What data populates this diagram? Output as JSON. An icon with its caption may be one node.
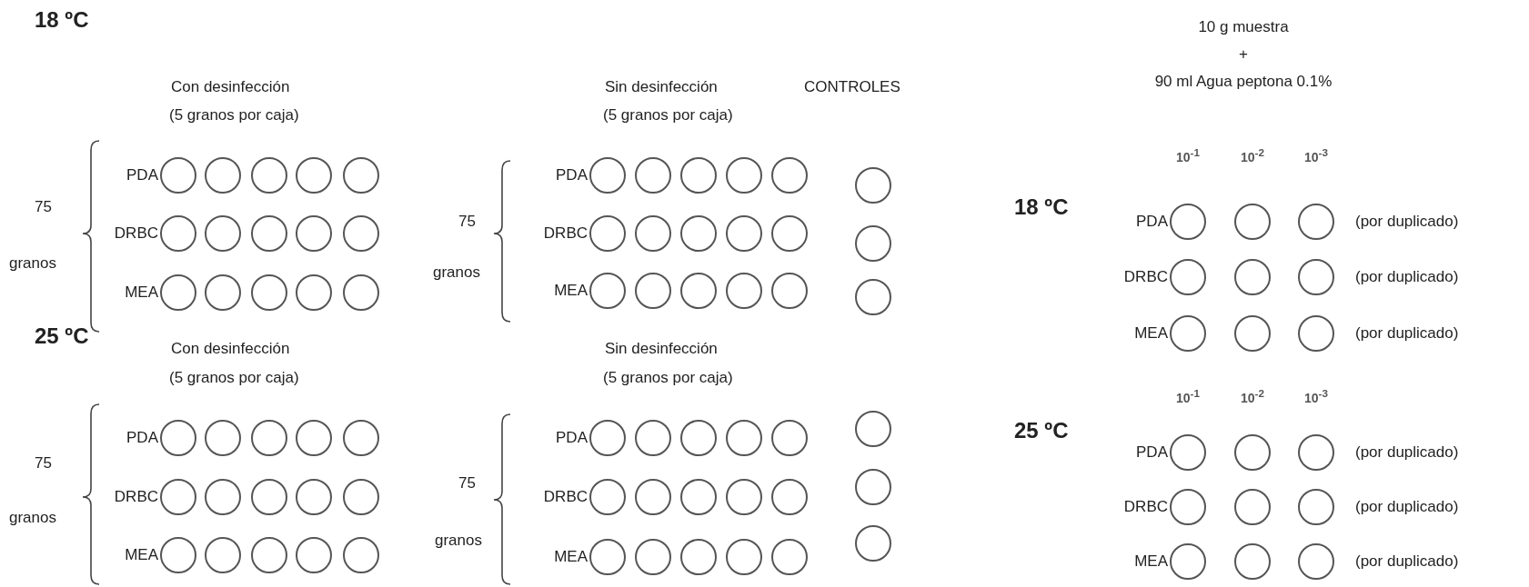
{
  "diagram": {
    "nodes": [
      {
        "text": [],
        "shape": "circle"
      },
      {
        "text": [],
        "shape": "circle"
      },
      {
        "text": [],
        "shape": "circle"
      },
      {
        "text": [],
        "shape": "circle"
      },
      {
        "text": [],
        "shape": "circle"
      },
      {
        "text": [],
        "shape": "circle"
      },
      {
        "text": [],
        "shape": "circle"
      },
      {
        "text": [],
        "shape": "circle"
      },
      {
        "text": [],
        "shape": "circle"
      },
      {
        "text": [],
        "shape": "circle"
      },
      {
        "text": [],
        "shape": "circle"
      },
      {
        "text": [],
        "shape": "circle"
      },
      {
        "text": [],
        "shape": "circle"
      },
      {
        "text": [],
        "shape": "circle"
      },
      {
        "text": [],
        "shape": "circle"
      },
      {
        "text": [],
        "shape": "circle"
      },
      {
        "text": [],
        "shape": "circle"
      },
      {
        "text": [],
        "shape": "circle"
      },
      {
        "text": [],
        "shape": "circle"
      },
      {
        "text": [],
        "shape": "circle"
      },
      {
        "text": [],
        "shape": "circle"
      },
      {
        "text": [],
        "shape": "circle"
      },
      {
        "text": [],
        "shape": "circle"
      },
      {
        "text": [],
        "shape": "circle"
      },
      {
        "text": [],
        "shape": "circle"
      },
      {
        "text": [],
        "shape": "circle"
      },
      {
        "text": [],
        "shape": "circle"
      },
      {
        "text": [],
        "shape": "circle"
      },
      {
        "text": [],
        "shape": "circle"
      },
      {
        "text": [],
        "shape": "circle"
      },
      {
        "text": [],
        "shape": "circle"
      },
      {
        "text": [],
        "shape": "circle"
      },
      {
        "text": [],
        "shape": "circle"
      },
      {
        "text": [],
        "shape": "circle"
      },
      {
        "text": [],
        "shape": "circle"
      },
      {
        "text": [],
        "shape": "circle"
      },
      {
        "text": [],
        "shape": "circle"
      },
      {
        "text": [],
        "shape": "circle"
      },
      {
        "text": [],
        "shape": "circle"
      },
      {
        "text": [],
        "shape": "circle"
      },
      {
        "text": [],
        "shape": "circle"
      },
      {
        "text": [],
        "shape": "circle"
      },
      {
        "text": [],
        "shape": "circle"
      },
      {
        "text": [],
        "shape": "circle"
      },
      {
        "text": [],
        "shape": "circle"
      },
      {
        "text": [],
        "shape": "circle"
      },
      {
        "text": [],
        "shape": "circle"
      },
      {
        "text": [],
        "shape": "circle"
      },
      {
        "text": [],
        "shape": "circle"
      },
      {
        "text": [],
        "shape": "circle"
      },
      {
        "text": [],
        "shape": "circle"
      },
      {
        "text": [],
        "shape": "circle"
      },
      {
        "text": [],
        "shape": "circle"
      },
      {
        "text": [],
        "shape": "circle"
      },
      {
        "text": [],
        "shape": "circle"
      },
      {
        "text": [],
        "shape": "circle"
      },
      {
        "text": [],
        "shape": "circle"
      },
      {
        "text": [],
        "shape": "circle"
      },
      {
        "text": [],
        "shape": "circle"
      },
      {
        "text": [],
        "shape": "circle"
      },
      {
        "text": [],
        "shape": "circle"
      },
      {
        "text": [],
        "shape": "circle"
      },
      {
        "text": [],
        "shape": "circle"
      },
      {
        "text": [],
        "shape": "circle"
      },
      {
        "text": [],
        "shape": "circle"
      },
      {
        "text": [],
        "shape": "circle"
      },
      {
        "text": [],
        "shape": "circle"
      },
      {
        "text": [],
        "shape": "circle"
      },
      {
        "text": [],
        "shape": "circle"
      },
      {
        "text": [],
        "shape": "circle"
      },
      {
        "text": [],
        "shape": "circle"
      },
      {
        "text": [],
        "shape": "circle"
      },
      {
        "text": [],
        "shape": "circle"
      },
      {
        "text": [],
        "shape": "circle"
      },
      {
        "text": [],
        "shape": "circle"
      },
      {
        "text": [],
        "shape": "circle"
      },
      {
        "text": [],
        "shape": "circle"
      },
      {
        "text": [],
        "shape": "circle"
      },
      {
        "text": [],
        "shape": "circle"
      },
      {
        "text": [],
        "shape": "circle"
      },
      {
        "text": [],
        "shape": "circle"
      },
      {
        "text": [],
        "shape": "circle"
      },
      {
        "text": [],
        "shape": "circle"
      },
      {
        "text": [],
        "shape": "circle"
      }
    ],
    "labels": [
      "18 ºC",
      "Con desinfección",
      "(5 granos por caja)",
      "Sin desinfección",
      "(5 granos por caja)",
      "CONTROLES",
      "10 g muestra",
      "+",
      "90 ml Agua peptona 0.1%",
      "10$^{-1}$",
      "10$^{-2}$",
      "10$^{-3}$",
      "PDA",
      "DRBC",
      "MEA",
      "75",
      "granos",
      "PDA",
      "DRBC",
      "MEA",
      "75",
      "granos",
      "18 ºC",
      "PDA",
      "(por duplicado)",
      "DRBC",
      "(por duplicado)",
      "25 ºC",
      "MEA",
      "(por duplicado)",
      "Con desinfección",
      "(5 granos por caja)",
      "Sin desinfección",
      "(5 granos por caja)",
      "10$^{-1}$",
      "10$^{-2}$",
      "10$^{-3}$",
      "PDA",
      "DRBC",
      "MEA",
      "75",
      "granos",
      "PDA",
      "DRBC",
      "MEA",
      "75",
      "granos",
      "25 ºC",
      "PDA",
      "(por duplicado)",
      "DRBC",
      "(por duplicado)",
      "MEA",
      "(por duplicado)"
    ]
  }
}
